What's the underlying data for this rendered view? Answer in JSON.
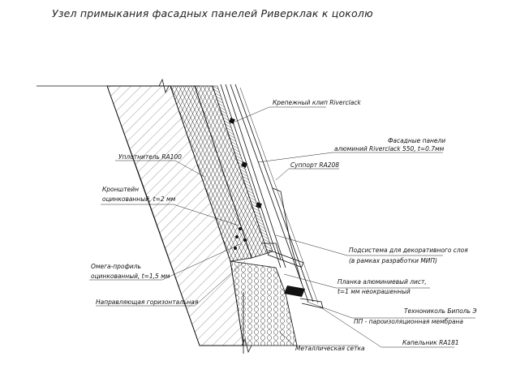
{
  "title": "Узел примыкания фасадных панелей Риверклак к цоколю",
  "labels": {
    "clip": "Крепежный клип Riverclack",
    "panels_1": "Фасадные панели",
    "panels_2": "алюминий Riverclack 550, t=0.7мм",
    "support": "Суппорт RA208",
    "seal": "Уплотнитель RA100",
    "bracket_1": "Кронштейн",
    "bracket_2": "оцинкованный, t=2 мм",
    "subsystem_1": "Подсистема для декоративного слоя",
    "subsystem_2": "(в рамках разработки МИП)",
    "omega_1": "Омега-профиль",
    "omega_2": "оцинкованный, t=1,5 мм",
    "strip_1": "Планка алюминиевый лист,",
    "strip_2": "t=1 мм неокрашенный",
    "guide": "Направляющая горизонтальная",
    "membrane_1": "Технониколь Биполь Э",
    "membrane_2": "ПП - пароизоляционная мембрана",
    "drip": "Капельник RA181",
    "mesh": "Металлическая сетка"
  }
}
